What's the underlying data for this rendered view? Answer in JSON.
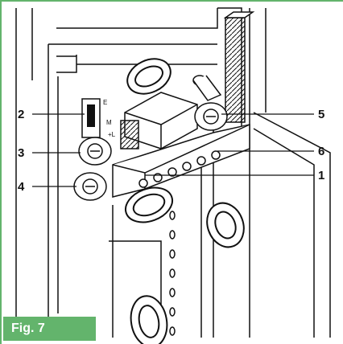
{
  "figure": {
    "label": "Fig. 7"
  },
  "switch": {
    "position_labels": [
      "E",
      "M",
      "+L"
    ]
  },
  "callouts": [
    {
      "id": "c1",
      "label": "1"
    },
    {
      "id": "c2",
      "label": "2"
    },
    {
      "id": "c3",
      "label": "3"
    },
    {
      "id": "c4",
      "label": "4"
    },
    {
      "id": "c5",
      "label": "5"
    },
    {
      "id": "c6",
      "label": "6"
    }
  ],
  "colors": {
    "accent": "#63b46c",
    "line": "#111111",
    "fill": "#ffffff"
  }
}
